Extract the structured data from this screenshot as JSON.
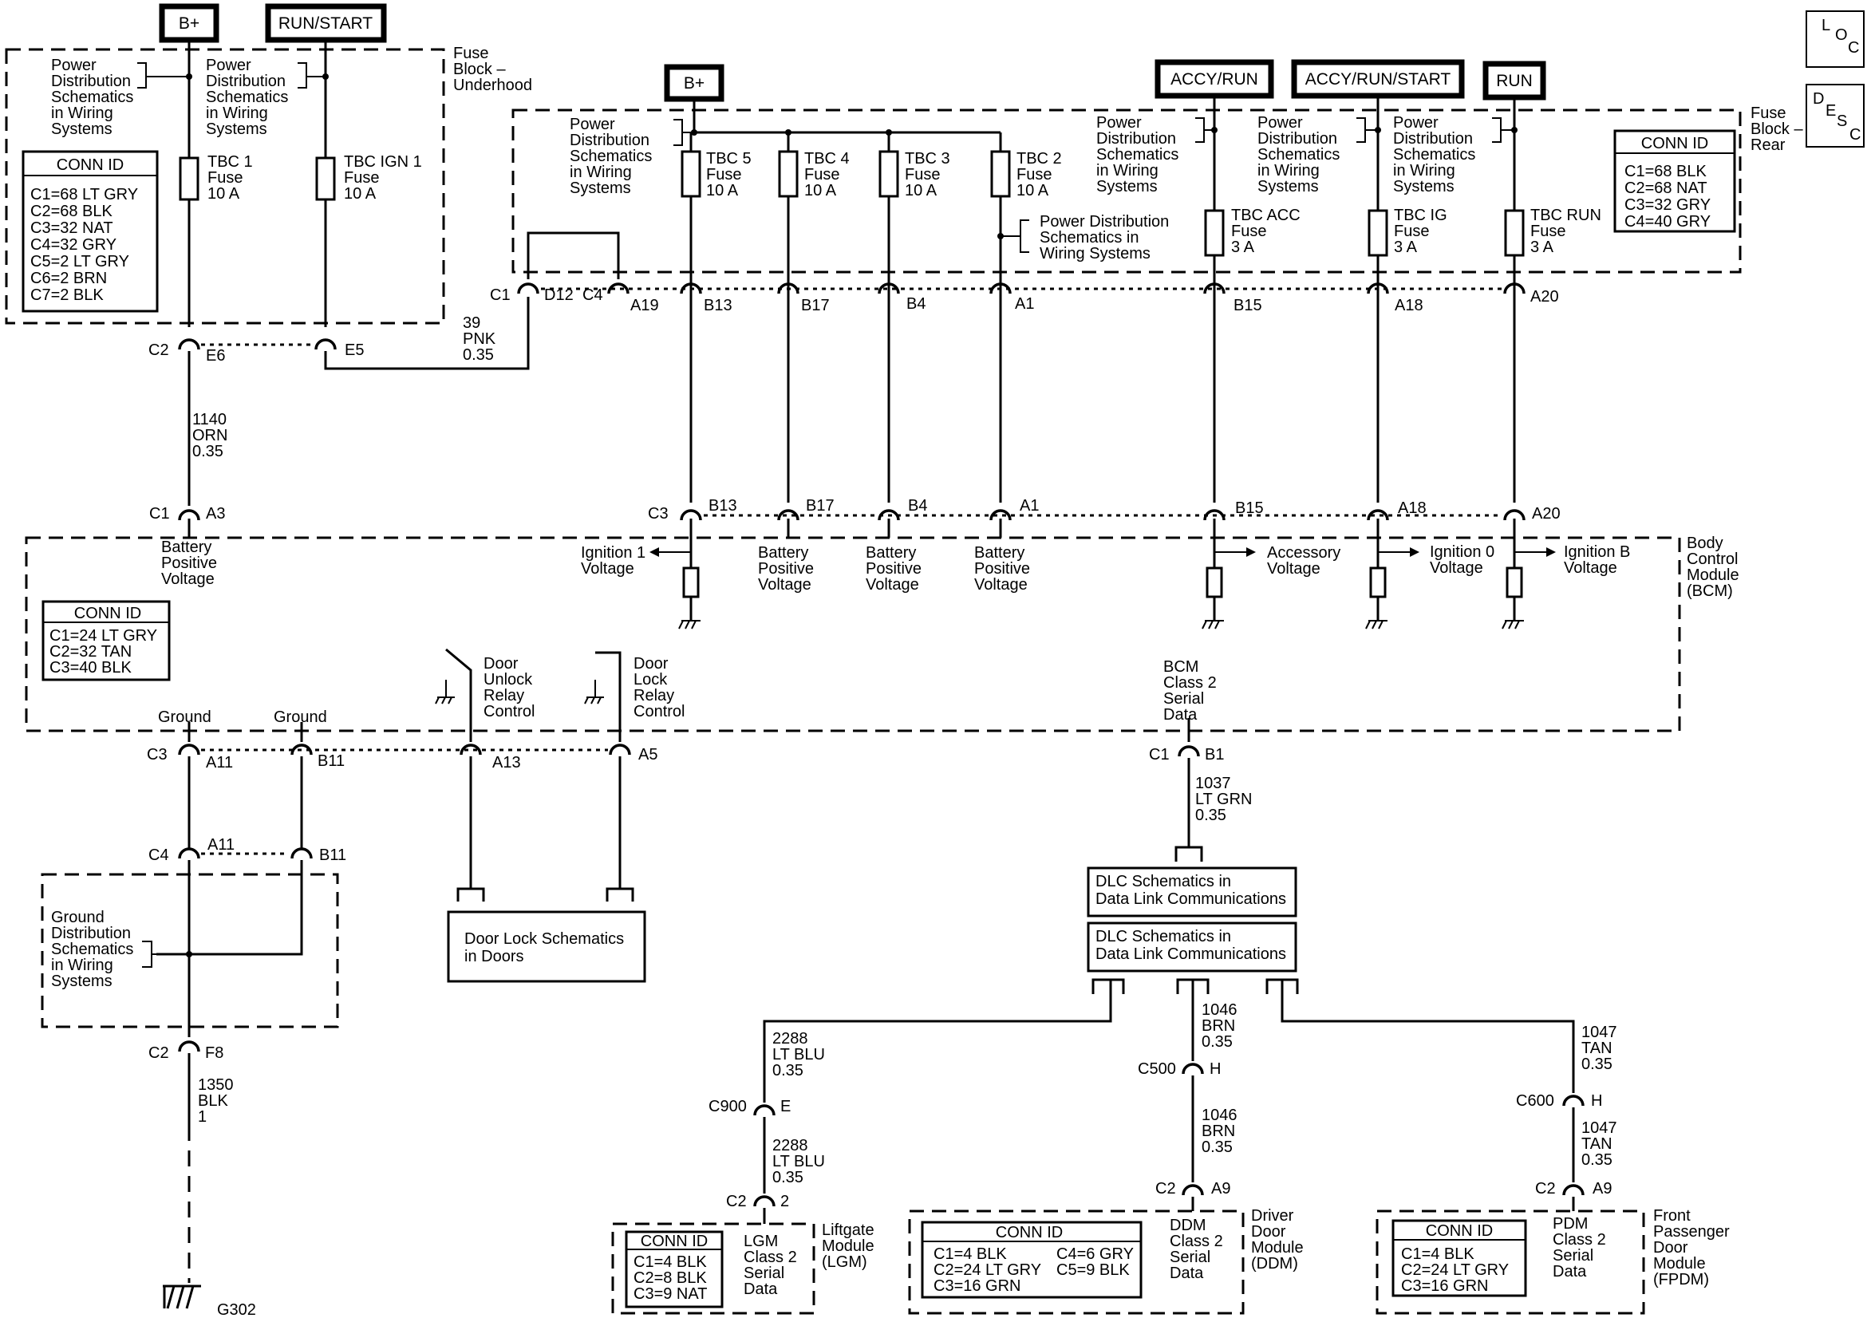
{
  "sources": {
    "b_plus_1": "B+",
    "run_start": "RUN/START",
    "b_plus_2": "B+",
    "accy_run": "ACCY/RUN",
    "accy_run_start": "ACCY/RUN/START",
    "run": "RUN"
  },
  "badges": {
    "loc": [
      "L",
      "O",
      "C"
    ],
    "desc": [
      "D",
      "E",
      "S",
      "C"
    ]
  },
  "underhood": {
    "name": [
      "Fuse",
      "Block –",
      "Underhood"
    ],
    "pds1": [
      "Power",
      "Distribution",
      "Schematics",
      "in Wiring",
      "Systems"
    ],
    "pds2": [
      "Power",
      "Distribution",
      "Schematics",
      "in Wiring",
      "Systems"
    ],
    "fuse1": [
      "TBC 1",
      "Fuse",
      "10 A"
    ],
    "fuse2": [
      "TBC IGN 1",
      "Fuse",
      "10 A"
    ],
    "conn_title": "CONN ID",
    "conn": [
      "C1=68 LT GRY",
      "C2=68 BLK",
      "C3=32 NAT",
      "C4=32 GRY",
      "C5=2 LT GRY",
      "C6=2 BRN",
      "C7=2 BLK"
    ]
  },
  "rear": {
    "name": [
      "Fuse",
      "Block –",
      "Rear"
    ],
    "pds1": [
      "Power",
      "Distribution",
      "Schematics",
      "in Wiring",
      "Systems"
    ],
    "pds2": [
      "Power",
      "Distribution",
      "Schematics",
      "in Wiring",
      "Systems"
    ],
    "pds3": [
      "Power",
      "Distribution",
      "Schematics",
      "in Wiring",
      "Systems"
    ],
    "pds4": [
      "Power",
      "Distribution",
      "Schematics",
      "in Wiring",
      "Systems"
    ],
    "pds5": [
      "Power Distribution",
      "Schematics in",
      "Wiring Systems"
    ],
    "fuses": [
      [
        "TBC 5",
        "Fuse",
        "10 A"
      ],
      [
        "TBC 4",
        "Fuse",
        "10 A"
      ],
      [
        "TBC 3",
        "Fuse",
        "10 A"
      ],
      [
        "TBC 2",
        "Fuse",
        "10 A"
      ],
      [
        "TBC ACC",
        "Fuse",
        "3 A"
      ],
      [
        "TBC IG",
        "Fuse",
        "3 A"
      ],
      [
        "TBC RUN",
        "Fuse",
        "3 A"
      ]
    ],
    "conn_title": "CONN ID",
    "conn": [
      "C1=68 BLK",
      "C2=68 NAT",
      "C3=32 GRY",
      "C4=40 GRY"
    ]
  },
  "connectors": {
    "uh_c2": "C2",
    "uh_e6": "E6",
    "uh_e5": "E5",
    "rear_c1": "C1",
    "rear_d12": "D12",
    "rear_c4": "C4",
    "rear_a19": "A19",
    "rear_b13": "B13",
    "rear_b17": "B17",
    "rear_b4": "B4",
    "rear_a1": "A1",
    "rear_b15": "B15",
    "rear_a18": "A18",
    "rear_a20": "A20",
    "bcm_c1": "C1",
    "bcm_a3": "A3",
    "bcm_c3": "C3",
    "bcm_b13": "B13",
    "bcm_b17": "B17",
    "bcm_b4": "B4",
    "bcm_a1": "A1",
    "bcm_b15": "B15",
    "bcm_a18": "A18",
    "bcm_a20": "A20",
    "bot_c3": "C3",
    "bot_a11": "A11",
    "bot_b11": "B11",
    "bot_a13": "A13",
    "bot_a5": "A5",
    "bcm_c1b": "C1",
    "bcm_b1": "B1",
    "c4": "C4",
    "c4_a11": "A11",
    "c4_b11": "B11",
    "c2_f8": "C2",
    "f8": "F8",
    "c900": "C900",
    "c900_e": "E",
    "c500": "C500",
    "c500_h": "H",
    "c600": "C600",
    "c600_h": "H",
    "lgm_c2": "C2",
    "lgm_2": "2",
    "ddm_c2": "C2",
    "ddm_a9": "A9",
    "fpdm_c2": "C2",
    "fpdm_a9": "A9",
    "g302": "G302"
  },
  "wires": {
    "w1140": [
      "1140",
      "ORN",
      "0.35"
    ],
    "w39": [
      "39",
      "PNK",
      "0.35"
    ],
    "w1037": [
      "1037",
      "LT GRN",
      "0.35"
    ],
    "w1350": [
      "1350",
      "BLK",
      "1"
    ],
    "w2288a": [
      "2288",
      "LT BLU",
      "0.35"
    ],
    "w2288b": [
      "2288",
      "LT BLU",
      "0.35"
    ],
    "w1046a": [
      "1046",
      "BRN",
      "0.35"
    ],
    "w1046b": [
      "1046",
      "BRN",
      "0.35"
    ],
    "w1047a": [
      "1047",
      "TAN",
      "0.35"
    ],
    "w1047b": [
      "1047",
      "TAN",
      "0.35"
    ]
  },
  "bcm": {
    "name": [
      "Body",
      "Control",
      "Module",
      "(BCM)"
    ],
    "battery_left": [
      "Battery",
      "Positive",
      "Voltage"
    ],
    "ign1": [
      "Ignition 1",
      "Voltage"
    ],
    "batt1": [
      "Battery",
      "Positive",
      "Voltage"
    ],
    "batt2": [
      "Battery",
      "Positive",
      "Voltage"
    ],
    "batt3": [
      "Battery",
      "Positive",
      "Voltage"
    ],
    "accessory": [
      "Accessory",
      "Voltage"
    ],
    "ign0": [
      "Ignition 0",
      "Voltage"
    ],
    "ignb": [
      "Ignition B",
      "Voltage"
    ],
    "conn_title": "CONN ID",
    "conn": [
      "C1=24 LT GRY",
      "C2=32 TAN",
      "C3=40 BLK"
    ],
    "unlock": [
      "Door",
      "Unlock",
      "Relay",
      "Control"
    ],
    "lock": [
      "Door",
      "Lock",
      "Relay",
      "Control"
    ],
    "serial": [
      "BCM",
      "Class 2",
      "Serial",
      "Data"
    ],
    "ground1": "Ground",
    "ground2": "Ground"
  },
  "ground_dist": [
    "Ground",
    "Distribution",
    "Schematics",
    "in Wiring",
    "Systems"
  ],
  "door_lock": [
    "Door Lock Schematics",
    "in Doors"
  ],
  "dlc1": [
    "DLC Schematics in",
    "Data Link Communications"
  ],
  "dlc2": [
    "DLC Schematics in",
    "Data Link Communications"
  ],
  "lgm": {
    "conn_title": "CONN ID",
    "conn": [
      "C1=4 BLK",
      "C2=8 BLK",
      "C3=9 NAT"
    ],
    "data": [
      "LGM",
      "Class 2",
      "Serial",
      "Data"
    ],
    "name": [
      "Liftgate",
      "Module",
      "(LGM)"
    ]
  },
  "ddm": {
    "conn_title": "CONN ID",
    "conn_l": [
      "C1=4 BLK",
      "C2=24 LT GRY",
      "C3=16 GRN"
    ],
    "conn_r": [
      "C4=6 GRY",
      "C5=9 BLK"
    ],
    "data": [
      "DDM",
      "Class 2",
      "Serial",
      "Data"
    ],
    "name": [
      "Driver",
      "Door",
      "Module",
      "(DDM)"
    ]
  },
  "fpdm": {
    "conn_title": "CONN ID",
    "conn": [
      "C1=4 BLK",
      "C2=24 LT GRY",
      "C3=16 GRN"
    ],
    "data": [
      "PDM",
      "Class 2",
      "Serial",
      "Data"
    ],
    "name": [
      "Front",
      "Passenger",
      "Door",
      "Module",
      "(FPDM)"
    ]
  }
}
